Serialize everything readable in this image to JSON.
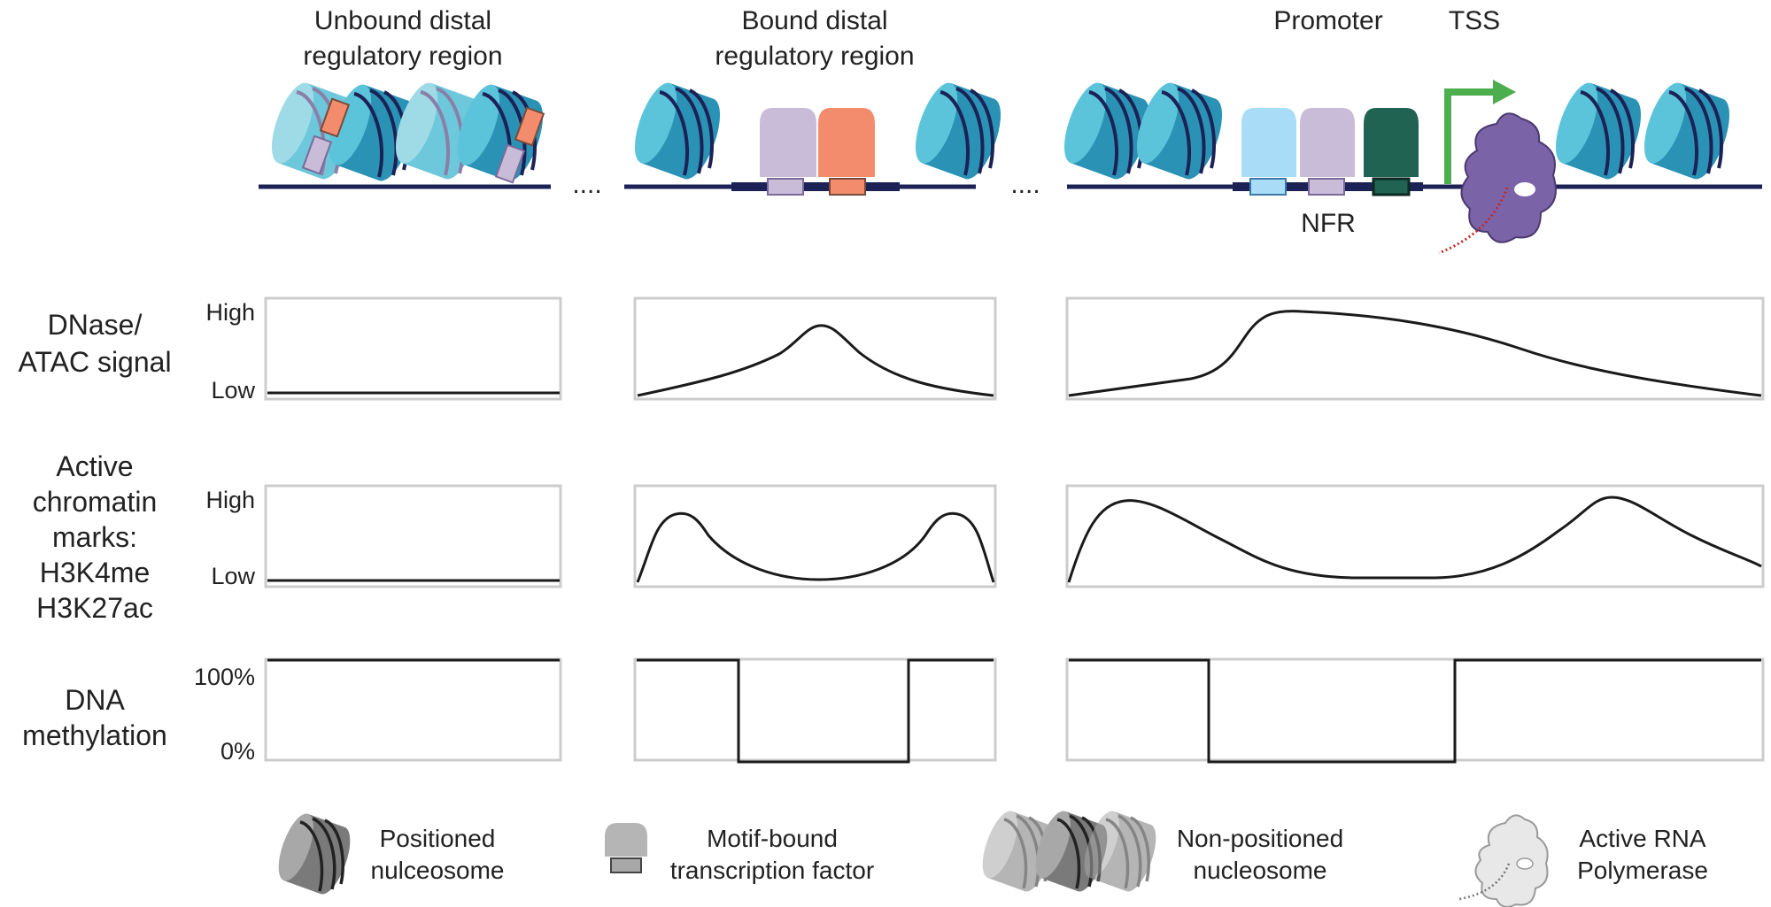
{
  "headers": {
    "unbound": [
      "Unbound distal",
      "regulatory region"
    ],
    "bound": [
      "Bound distal",
      "regulatory region"
    ],
    "promoter": "Promoter",
    "tss": "TSS",
    "nfr": "NFR"
  },
  "rows": {
    "dnase": {
      "label": [
        "DNase/",
        "ATAC signal"
      ],
      "high": "High",
      "low": "Low"
    },
    "marks": {
      "label": [
        "Active",
        "chromatin",
        "marks:",
        "H3K4me",
        "H3K27ac"
      ],
      "high": "High",
      "low": "Low"
    },
    "methylation": {
      "label": [
        "DNA",
        "methylation"
      ],
      "high": "100%",
      "low": "0%"
    }
  },
  "legend": [
    {
      "icon": "positioned-nucleosome-icon",
      "lines": [
        "Positioned",
        "nulceosome"
      ]
    },
    {
      "icon": "transcription-factor-icon",
      "lines": [
        "Motif-bound",
        "transcription factor"
      ]
    },
    {
      "icon": "non-positioned-nucleosome-icon",
      "lines": [
        "Non-positioned",
        "nucleosome"
      ]
    },
    {
      "icon": "rna-polymerase-icon",
      "lines": [
        "Active RNA",
        "Polymerase"
      ]
    }
  ],
  "colors": {
    "nucleosome": "#3aaecb",
    "tf_purple": "#c9bcd9",
    "tf_orange": "#f28c6c",
    "tf_blue": "#a8dcf7",
    "tf_green": "#216352",
    "tss_arrow": "#4cae4c",
    "polymerase": "#7b63a8",
    "dna": "#1c2156"
  }
}
